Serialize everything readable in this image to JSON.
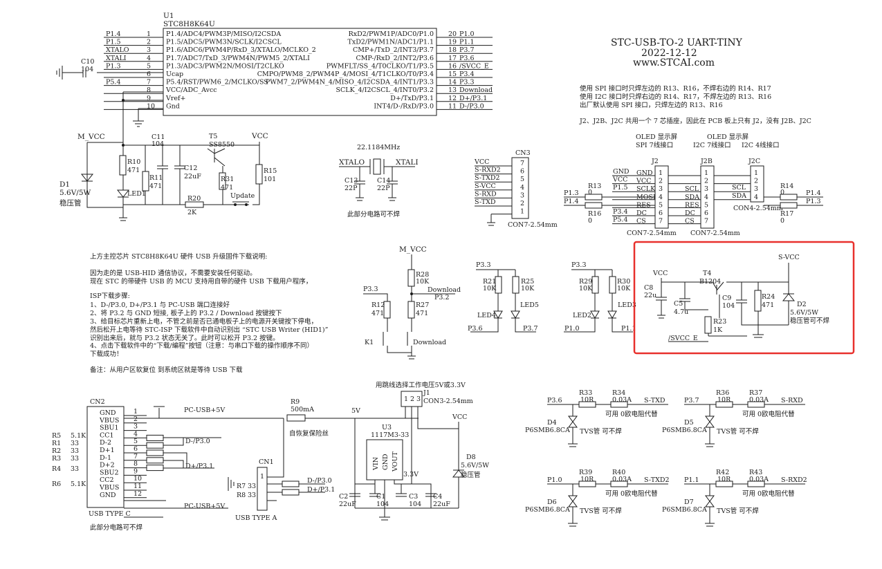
{
  "header": {
    "title": "STC-USB-TO-2 UART-TINY",
    "date": "2022-12-12",
    "url": "www.STCAI.com",
    "notes": [
      "使用 SPI 接口时只焊左边的 R13、R16，不焊右边的 R14、R17",
      "使用 I2C 接口时只焊右边的 R14、R17，不焊左边的 R13、R16",
      "出厂默认使用 SPI 接口，只焊左边的 R13、R16"
    ],
    "j2_note": "J2、J2B、J2C 共用一个 7 芯插座，因此在 PCB 板上只有 J2，没有 J2B、J2C"
  },
  "u1": {
    "ref": "U1",
    "part": "STC8H8K64U",
    "left_nets": [
      "P1.4",
      "P1.5",
      "XTALO",
      "XTALI",
      "P1.3",
      "",
      "P5.4",
      "",
      "",
      ""
    ],
    "left_pins": [
      "P1.4/ADC4/PWM3P/MISO/I2CSDA",
      "P1.5/ADC5/PWM3N/SCLK/I2CSCL",
      "P1.6/ADC6/PWM4P/RxD_3/XTALO/MCLKO_2",
      "P1.7/ADC7/TxD_3/PWM4N/PWM5_2/XTALI",
      "P1.3/ADC3/PWM2N/MOSI/T2CLKO",
      "Ucap",
      "P5.4/RST/PWM6_2/MCLKO/SS",
      "VCC/ADC_Avcc",
      "Vref+",
      "Gnd"
    ],
    "left_nums": [
      "1",
      "2",
      "3",
      "4",
      "5",
      "6",
      "7",
      "8",
      "9",
      "10"
    ],
    "right_pins": [
      "RxD2/PWM1P/ADC0/P1.0",
      "TxD2/PWM1N/ADC1/P1.1",
      "CMP+/TxD_2/INT3/P3.7",
      "CMP-/RxD_2/INT2/P3.6",
      "PWMFLT/SS_4/T0CLKO/T1/P3.5",
      "CMPO/PWM8_2/PWM4P_4/MOSI_4/T1CLKO/T0/P3.4",
      "PWM7_2/PWM4N_4/MISO_4/I2CSDA_4/INT1/P3.3",
      "SCLK_4/I2CSCL_4/INT0/P3.2",
      "D+/TxD/P3.1",
      "INT4/D-/RxD/P3.0"
    ],
    "right_nums": [
      "20",
      "19",
      "18",
      "17",
      "16",
      "15",
      "14",
      "13",
      "12",
      "11"
    ],
    "right_nets": [
      "P1.0",
      "P1.1",
      "P3.7",
      "P3.6",
      "/SVCC_E",
      "P3.4",
      "P3.3",
      "Download",
      "D+/P3.1",
      "D-/P3.0"
    ]
  },
  "labels": {
    "c10": [
      "C10",
      "104"
    ],
    "mvcc": "M_VCC",
    "d1": [
      "D1",
      "5.6V/5W",
      "稳压管"
    ],
    "r10": [
      "R10",
      "471"
    ],
    "r11": [
      "R11",
      "471"
    ],
    "led1": "LED1",
    "c11": [
      "C11",
      "104"
    ],
    "c12": [
      "C12",
      "22uF"
    ],
    "r20": [
      "R20",
      "2K"
    ],
    "t5": [
      "T5",
      "SS8550"
    ],
    "vcc": "VCC",
    "r31": [
      "R31",
      "471"
    ],
    "r15": [
      "R15",
      "101"
    ],
    "update": "Update",
    "crystal": "22.1184MHz",
    "xtalo": "XTALO",
    "xtali": "XTALI",
    "c13": [
      "C13",
      "22P"
    ],
    "c14": [
      "C14",
      "22P"
    ],
    "nosolder": "此部分电路可不焊",
    "cn3": {
      "ref": "CN3",
      "part": "CON7-2.54mm",
      "nets": [
        "VCC",
        "S-RXD2",
        "S-TXD2",
        "S-VCC",
        "S-RXD",
        "S-TXD"
      ],
      "nums": [
        "7",
        "6",
        "5",
        "4",
        "3",
        "2",
        "1"
      ]
    },
    "oled": {
      "spi": [
        "OLED 显示屏",
        "SPI 7线接口"
      ],
      "i2c7": [
        "OLED 显示屏",
        "I2C 7线接口"
      ],
      "i2c4": "I2C 4线接口"
    },
    "j2": {
      "ref": "J2",
      "part": "CON7-2.54mm",
      "nets": [
        "GND",
        "VCC",
        "SCLK",
        "MOSI",
        "RES",
        "DC",
        "CS"
      ],
      "left": [
        "GND",
        "VCC",
        "P1.5",
        "",
        "",
        "P3.4",
        "P5.4"
      ]
    },
    "j2b": {
      "ref": "J2B",
      "part": "CON7-2.54mm",
      "nets": [
        "SCL",
        "SDA",
        "RES",
        "DC",
        "CS"
      ]
    },
    "j2c": {
      "ref": "J2C",
      "part": "CON4-2.54mm",
      "nets": [
        "SCL",
        "SDA"
      ]
    },
    "r13": [
      "R13",
      "0"
    ],
    "r16": [
      "R16",
      "0"
    ],
    "r14": [
      "R14",
      "0"
    ],
    "r17": [
      "R17",
      "0"
    ],
    "p13": "P1.3",
    "p14": "P1.4",
    "nums7": [
      "1",
      "2",
      "3",
      "4",
      "5",
      "6",
      "7"
    ],
    "nums4": [
      "1",
      "2",
      "3",
      "4"
    ],
    "desc": [
      "上方主控芯片 STC8H8K64U 硬件 USB 升级固件下载说明:",
      "因为走的是 USB-HID 通信协议，不需要安装任何驱动。",
      "现在 STC 的带硬件 USB 的 MCU 支持用自带的硬件 USB 下载用户程序，",
      "ISP下载步骤:",
      "1、D-/P3.0, D+/P3.1 与 PC-USB 端口连接好",
      "2、将 P3.2 与 GND 短接, 板子上的 P3.2 / Download  按键按下",
      "3、给目标芯片重新上电，不管之前是否已通电板子上的电源开关键按下停电，",
      "   然后松开上电等待 STC-ISP 下载软件中自动识别出 “STC USB Writer (HID1)”",
      "   识别出来后，就与 P3.2 状态无关了。此时可以松开 P3.2 按键。",
      "4、点击下载软件中的“下载/编程”按钮（注意：与串口下载的操作顺序不同）",
      "   下载成功！",
      "备注：从用户区软复位 到系统区就是等待 USB 下载"
    ],
    "k1": "K1",
    "download": "Download",
    "r28": [
      "R28",
      "10K"
    ],
    "r12": [
      "R12",
      "471"
    ],
    "r27": [
      "R27",
      "471"
    ],
    "p33": "P3.3",
    "p32": "P3.2",
    "r21": [
      "R21",
      "10K"
    ],
    "r25": [
      "R25",
      "10K"
    ],
    "led4": "LED4",
    "led5": "LED5",
    "p36": "P3.6",
    "p37": "P3.7",
    "r29": [
      "R29",
      "10K"
    ],
    "r30": [
      "R30",
      "10K"
    ],
    "led2": "LED2",
    "led3": "LED3",
    "p10": "P1.0",
    "p11": "P1.1",
    "svcc_box": {
      "svcc": "S-VCC",
      "c8": [
        "C8",
        "22u"
      ],
      "c5": [
        "C5",
        "4.7u"
      ],
      "t4": [
        "T4",
        "B1204"
      ],
      "c9": [
        "C9",
        "104"
      ],
      "r24": [
        "R24",
        "471"
      ],
      "d2": [
        "D2",
        "5.6V/5W",
        "稳压管可不焊"
      ],
      "r23": [
        "R23",
        "1K"
      ],
      "svcce": "/SVCC_E"
    },
    "cn2": {
      "ref": "CN2",
      "part": "USB TYPE C",
      "pins": [
        "GND",
        "VBUS",
        "SBU1",
        "CC1",
        "D-2",
        "D+1",
        "D-1",
        "D+2",
        "SBU2",
        "CC2",
        "VBUS",
        "GND"
      ],
      "nums": [
        "1",
        "2",
        "3",
        "4",
        "5",
        "6",
        "7",
        "8",
        "9",
        "10",
        "11",
        "12"
      ],
      "res": [
        [
          "R5",
          "5.1K"
        ],
        [
          "R1",
          "33"
        ],
        [
          "R2",
          "33"
        ],
        [
          "R3",
          "33"
        ],
        [
          "R4",
          "33"
        ],
        [
          "R6",
          "5.1K"
        ]
      ],
      "nets": [
        "PC-USB+5V",
        "D-/P3.0",
        "D+/P3.1",
        "PC-USB+5V"
      ]
    },
    "r9": [
      "R9",
      "500mA",
      "自恢复保险丝"
    ],
    "v5": "5V",
    "j1": [
      "J1",
      "CON3-2.54mm",
      "用跳线选择工作电压5V或3.3V"
    ],
    "u3": [
      "U3",
      "1117M3-33",
      "VIN",
      "GND",
      "VOUT"
    ],
    "v33": "3.3V",
    "d8": [
      "D8",
      "5.6V/5W",
      "稳压管"
    ],
    "caps": [
      [
        "C2",
        "22uF"
      ],
      [
        "C1",
        "104"
      ],
      [
        "C3",
        "104"
      ],
      [
        "C4",
        "22uF"
      ]
    ],
    "cn1": [
      "CN1",
      "USB TYPE A"
    ],
    "r78": [
      [
        "R7",
        "33"
      ],
      [
        "R8",
        "33"
      ]
    ],
    "usba_nets": [
      "D-/P3.0",
      "D+/P3.1"
    ],
    "tvs": [
      {
        "port": "P3.6",
        "r1": [
          "R33",
          "10R"
        ],
        "r2": [
          "R34",
          "0.03A"
        ],
        "net": "S-TXD",
        "d": [
          "D4",
          "P6SMB6.8CA"
        ]
      },
      {
        "port": "P3.7",
        "r1": [
          "R36",
          "10R"
        ],
        "r2": [
          "R37",
          "0.03A"
        ],
        "net": "S-RXD",
        "d": [
          "D5",
          "P6SMB6.8CA"
        ]
      },
      {
        "port": "P1.0",
        "r1": [
          "R39",
          "10R"
        ],
        "r2": [
          "R40",
          "0.03A"
        ],
        "net": "S-TXD2",
        "d": [
          "D6",
          "P6SMB6.8CA"
        ]
      },
      {
        "port": "P1.1",
        "r1": [
          "R42",
          "10R"
        ],
        "r2": [
          "R43",
          "0.03A"
        ],
        "net": "S-RXD2",
        "d": [
          "D7",
          "P6SMB6.8CA"
        ]
      }
    ],
    "tvs_note": [
      "TVS管 可不焊",
      "可用 0欧电阻代替"
    ]
  },
  "colors": {
    "ink": "#1a1a1a",
    "highlight": "#e8302c"
  }
}
